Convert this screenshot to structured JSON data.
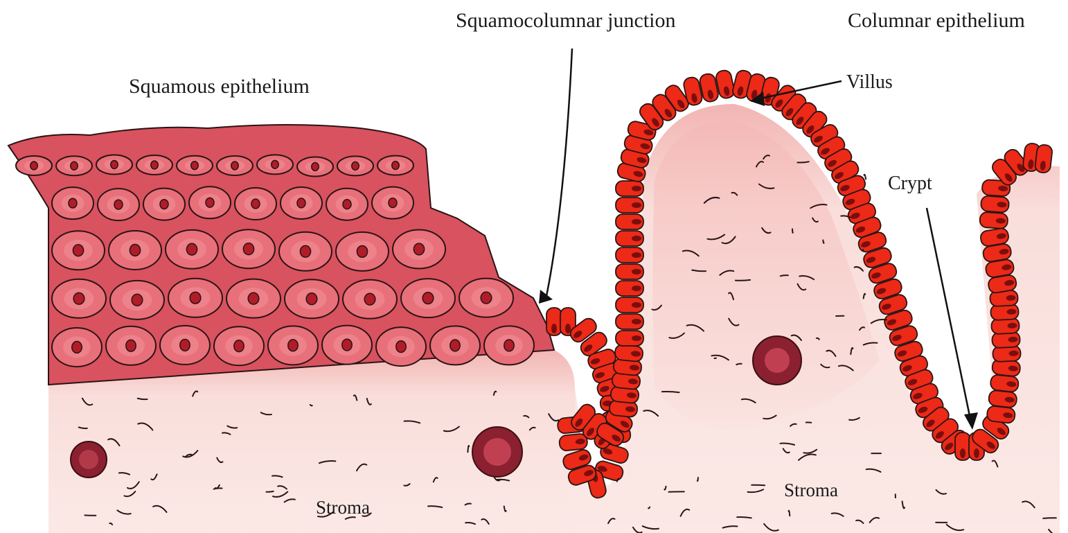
{
  "labels": {
    "squamous": "Squamous epithelium",
    "junction": "Squamocolumnar junction",
    "columnar": "Columnar epithelium",
    "villus": "Villus",
    "crypt": "Crypt",
    "stroma_left": "Stroma",
    "stroma_right": "Stroma"
  },
  "colors": {
    "squamous_cell": "#e8707a",
    "squamous_nucleus": "#b01c28",
    "columnar_cell": "#ec2a17",
    "stroma": "#f6d6d4",
    "outline": "#2a1414"
  }
}
